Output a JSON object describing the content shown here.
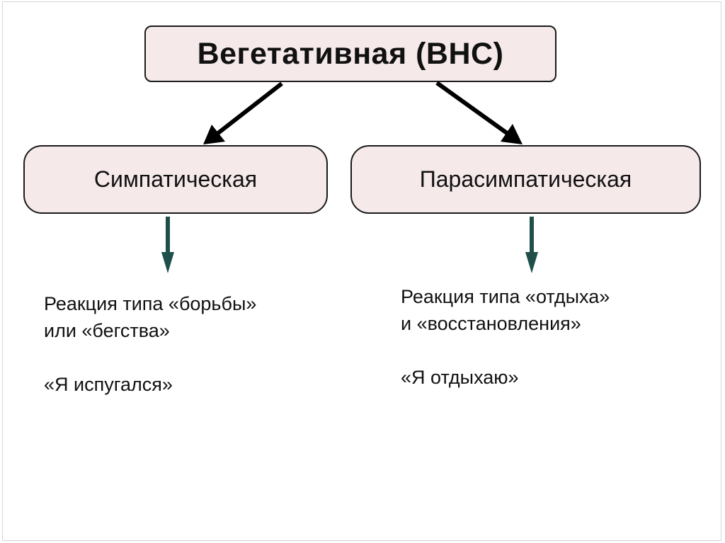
{
  "diagram": {
    "root": {
      "label": "Вегетативная (ВНС)"
    },
    "branches": [
      {
        "label": "Симпатическая",
        "reaction_line1": "Реакция типа «борьбы»",
        "reaction_line2": "или «бегства»",
        "quote": "«Я испугался»"
      },
      {
        "label": "Парасимпатическая",
        "reaction_line1": "Реакция типа «отдыха»",
        "reaction_line2": "и «восстановления»",
        "quote": "«Я отдыхаю»"
      }
    ]
  },
  "colors": {
    "node_fill": "#f5e9ea",
    "node_border": "#1a1a1a",
    "down_arrow": "#1f4f4a",
    "diagonal_arrow": "#000000"
  }
}
